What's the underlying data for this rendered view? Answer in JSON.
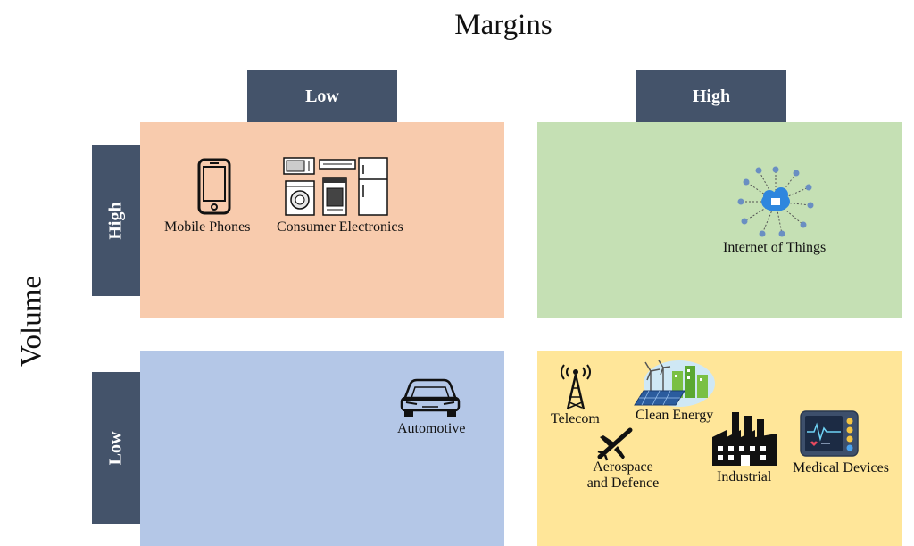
{
  "axes": {
    "x_title": "Margins",
    "y_title": "Volume",
    "x_low": "Low",
    "x_high": "High",
    "y_high": "High",
    "y_low": "Low"
  },
  "quadrants": {
    "low_margin_high_volume": {
      "color": "#f8cbad",
      "items": [
        "Mobile Phones",
        "Consumer Electronics"
      ]
    },
    "high_margin_high_volume": {
      "color": "#c5e0b4",
      "items": [
        "Internet of Things"
      ]
    },
    "low_margin_low_volume": {
      "color": "#b4c7e7",
      "items": [
        "Automotive"
      ]
    },
    "high_margin_low_volume": {
      "color": "#ffe699",
      "items": [
        "Telecom",
        "Clean Energy",
        "Aerospace",
        "and Defence",
        "Industrial",
        "Medical Devices"
      ]
    }
  },
  "icons": {
    "mobile_phones": "smartphone-icon",
    "consumer_electronics": "appliances-icon",
    "iot": "iot-network-icon",
    "automotive": "car-icon",
    "telecom": "radio-tower-icon",
    "clean_energy": "solar-wind-icon",
    "aerospace": "airplane-icon",
    "industrial": "factory-icon",
    "medical": "patient-monitor-icon"
  },
  "colors": {
    "tab": "#44536a"
  }
}
